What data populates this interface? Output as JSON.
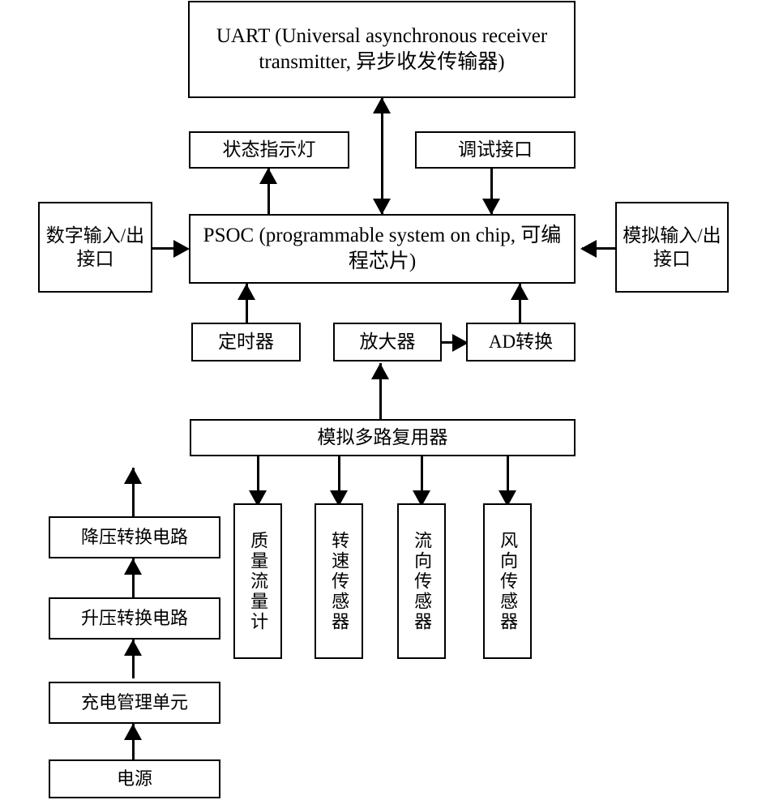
{
  "diagram": {
    "title": "PSOC-based data acquisition system block diagram",
    "stroke_color": "#000000",
    "fill_color": "#ffffff",
    "blocks": {
      "uart": "UART (Universal asynchronous receiver transmitter, 异步收发传输器)",
      "status_led": "状态指示灯",
      "debug_port": "调试接口",
      "psoc": "PSOC (programmable system on chip, 可编程芯片)",
      "digital_io": "数字输入/出接口",
      "analog_io": "模拟输入/出接口",
      "timer": "定时器",
      "amplifier": "放大器",
      "ad_converter": "AD转换",
      "multiplexer": "模拟多路复用器",
      "sensor_mass_flow": "质量流量计",
      "sensor_speed": "转速传感器",
      "sensor_flow_dir": "流向传感器",
      "sensor_wind_dir": "风向传感器",
      "buck_converter": "降压转换电路",
      "boost_converter": "升压转换电路",
      "charge_manager": "充电管理单元",
      "power_source": "电源"
    },
    "connections": [
      {
        "from": "psoc",
        "to": "uart",
        "type": "bidirectional"
      },
      {
        "from": "psoc",
        "to": "status_led",
        "type": "arrow-up"
      },
      {
        "from": "debug_port",
        "to": "psoc",
        "type": "arrow-down"
      },
      {
        "from": "digital_io",
        "to": "psoc",
        "type": "arrow-right"
      },
      {
        "from": "analog_io",
        "to": "psoc",
        "type": "arrow-left"
      },
      {
        "from": "timer",
        "to": "psoc",
        "type": "arrow-up"
      },
      {
        "from": "ad_converter",
        "to": "psoc",
        "type": "arrow-up"
      },
      {
        "from": "amplifier",
        "to": "ad_converter",
        "type": "arrow-right"
      },
      {
        "from": "multiplexer",
        "to": "amplifier",
        "type": "arrow-up"
      },
      {
        "from": "multiplexer",
        "to": "sensor_mass_flow",
        "type": "arrow-down"
      },
      {
        "from": "multiplexer",
        "to": "sensor_speed",
        "type": "arrow-down"
      },
      {
        "from": "multiplexer",
        "to": "sensor_flow_dir",
        "type": "arrow-down"
      },
      {
        "from": "multiplexer",
        "to": "sensor_wind_dir",
        "type": "arrow-down"
      },
      {
        "from": "power_source",
        "to": "charge_manager",
        "type": "arrow-up"
      },
      {
        "from": "charge_manager",
        "to": "boost_converter",
        "type": "arrow-up"
      },
      {
        "from": "boost_converter",
        "to": "buck_converter",
        "type": "arrow-up"
      },
      {
        "from": "buck_converter",
        "to": "system",
        "type": "arrow-up"
      }
    ]
  }
}
